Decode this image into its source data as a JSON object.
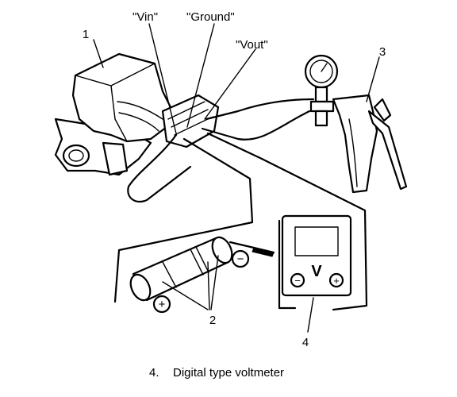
{
  "labels": {
    "vin": "\"Vin\"",
    "ground": "\"Ground\"",
    "vout": "\"Vout\"",
    "callout_1": "1",
    "callout_2": "2",
    "callout_3": "3",
    "callout_4": "4",
    "meter_symbol": "V",
    "minus_sign": "−",
    "plus_sign": "+"
  },
  "caption": {
    "number": "4.",
    "text": "Digital type voltmeter"
  }
}
